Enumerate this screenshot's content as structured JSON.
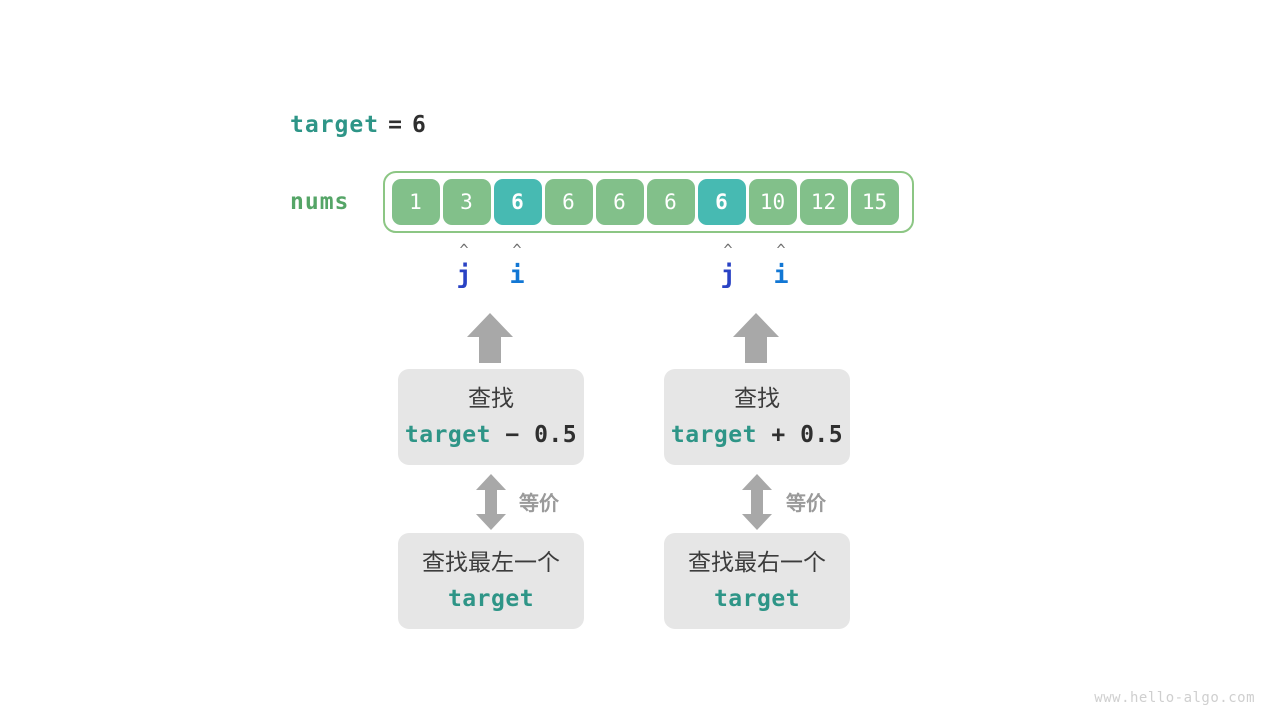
{
  "title": "binary_search_edge_equivalence",
  "colors": {
    "cell_normal": "#82c08a",
    "cell_highlight": "#47bab2",
    "array_border": "#8cc684",
    "teal_text": "#2e9587",
    "green_text": "#55a567",
    "pointer_j": "#2942c4",
    "pointer_i": "#1277d4",
    "gray_box": "#e6e6e6",
    "arrow_gray": "#a8a8a8",
    "watermark": "#cfcfcf"
  },
  "target_line": {
    "var_name": "target",
    "equals": "=",
    "value": "6"
  },
  "array": {
    "label": "nums",
    "values": [
      "1",
      "3",
      "6",
      "6",
      "6",
      "6",
      "6",
      "10",
      "12",
      "15"
    ],
    "highlighted_indices": [
      2,
      6
    ]
  },
  "pointers": [
    {
      "caret": "^",
      "name": "j",
      "kind": "j",
      "array_index": 1,
      "side": "left"
    },
    {
      "caret": "^",
      "name": "i",
      "kind": "i",
      "array_index": 2,
      "side": "left"
    },
    {
      "caret": "^",
      "name": "j",
      "kind": "j",
      "array_index": 6,
      "side": "right"
    },
    {
      "caret": "^",
      "name": "i",
      "kind": "i",
      "array_index": 7,
      "side": "right"
    }
  ],
  "branches": [
    {
      "side": "left",
      "top_box": {
        "line1": "查找",
        "code_var": "target",
        "code_op": "−",
        "code_num": "0.5"
      },
      "equivalence_label": "等价",
      "bottom_box": {
        "line1": "查找最左一个",
        "code_var": "target"
      }
    },
    {
      "side": "right",
      "top_box": {
        "line1": "查找",
        "code_var": "target",
        "code_op": "+",
        "code_num": "0.5"
      },
      "equivalence_label": "等价",
      "bottom_box": {
        "line1": "查找最右一个",
        "code_var": "target"
      }
    }
  ],
  "watermark": "www.hello-algo.com"
}
